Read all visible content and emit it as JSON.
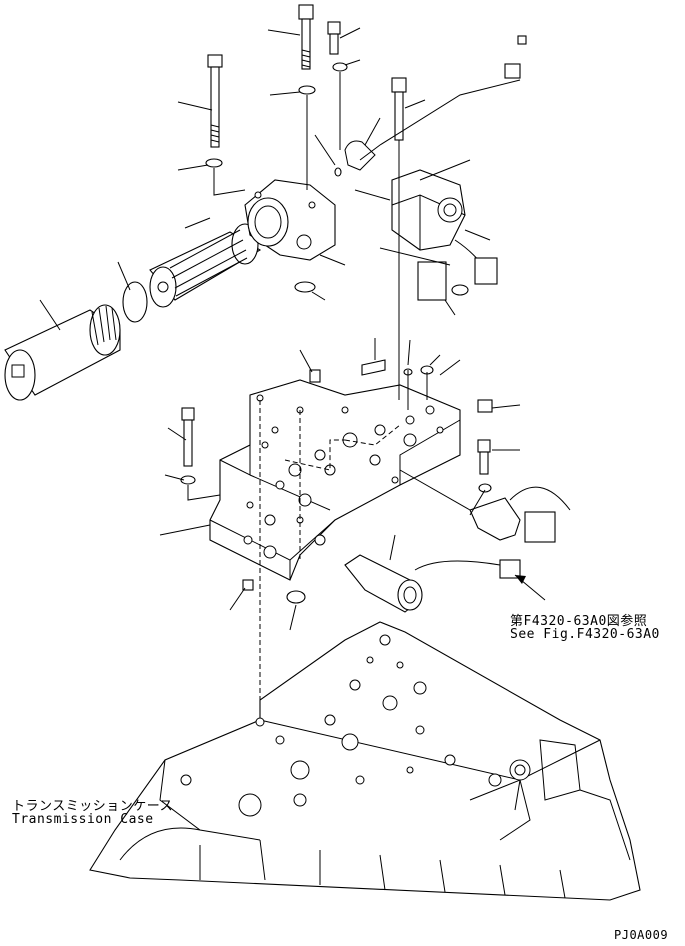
{
  "labels": {
    "ref_jp": "第F4320-63A0図参照",
    "ref_en": "See Fig.F4320-63A0",
    "case_jp": "トランスミッションケース",
    "case_en": "Transmission Case",
    "drawing_code": "PJ0A009"
  }
}
